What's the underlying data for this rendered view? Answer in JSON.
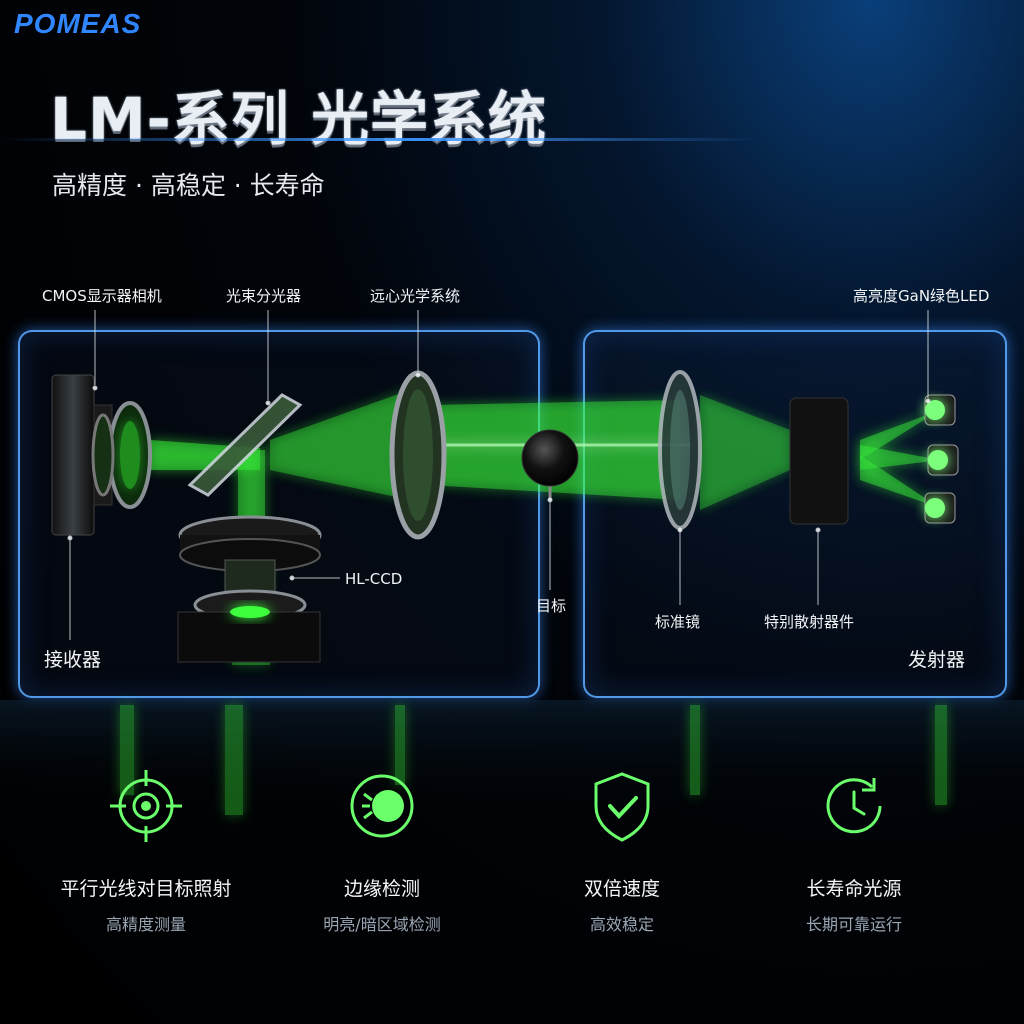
{
  "brand": "POMEAS",
  "title": "LM-系列 光学系统",
  "subtitle": "高精度 · 高稳定 · 长寿命",
  "labels": {
    "cmos": "CMOS显示器相机",
    "beam_splitter": "光束分光器",
    "telecentric": "远心光学系统",
    "led": "高亮度GaN绿色LED",
    "hlccd": "HL-CCD",
    "target": "目标",
    "standard_lens": "标准镜",
    "diffuser": "特别散射器件",
    "receiver": "接收器",
    "emitter": "发射器"
  },
  "features": [
    {
      "icon": "crosshair-target-icon",
      "title": "平行光线对目标照射",
      "subtitle": "高精度测量"
    },
    {
      "icon": "edge-detection-icon",
      "title": "边缘检测",
      "subtitle": "明亮/暗区域检测"
    },
    {
      "icon": "shield-check-icon",
      "title": "双倍速度",
      "subtitle": "高效稳定"
    },
    {
      "icon": "clock-refresh-icon",
      "title": "长寿命光源",
      "subtitle": "长期可靠运行"
    }
  ],
  "colors": {
    "beam": "#3cff3c",
    "panel_border": "#5aaaff",
    "brand": "#2f86ff"
  }
}
